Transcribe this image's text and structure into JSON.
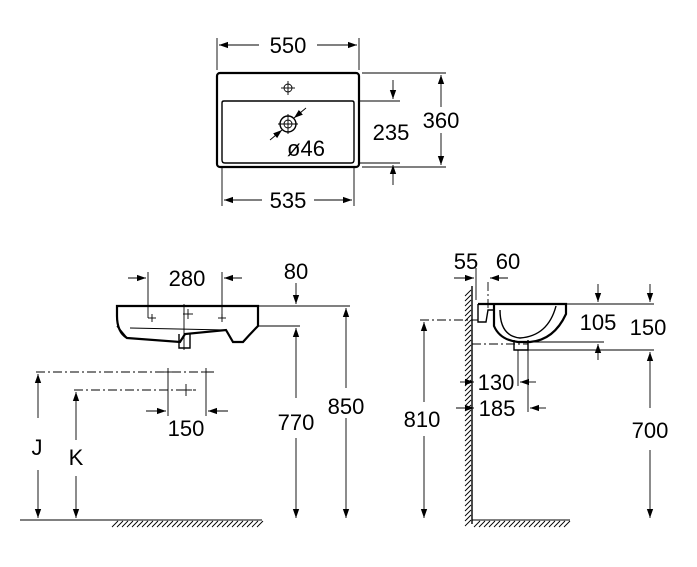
{
  "top_view": {
    "width_outer": "550",
    "depth_outer": "360",
    "depth_inner": "235",
    "tap_hole": "ø46",
    "width_inner": "535"
  },
  "front_view": {
    "tap_spacing": "280",
    "bowl_offset": "80",
    "height_overall": "850",
    "height_rim_base": "770",
    "waste_spacing": "150",
    "label_j": "J",
    "label_k": "K"
  },
  "side_view": {
    "wall_gap": "55",
    "tap_offset": "60",
    "bowl_depth": "105",
    "rim_depth": "150",
    "height_810": "810",
    "height_700": "700",
    "waste_130": "130",
    "waste_185": "185"
  }
}
